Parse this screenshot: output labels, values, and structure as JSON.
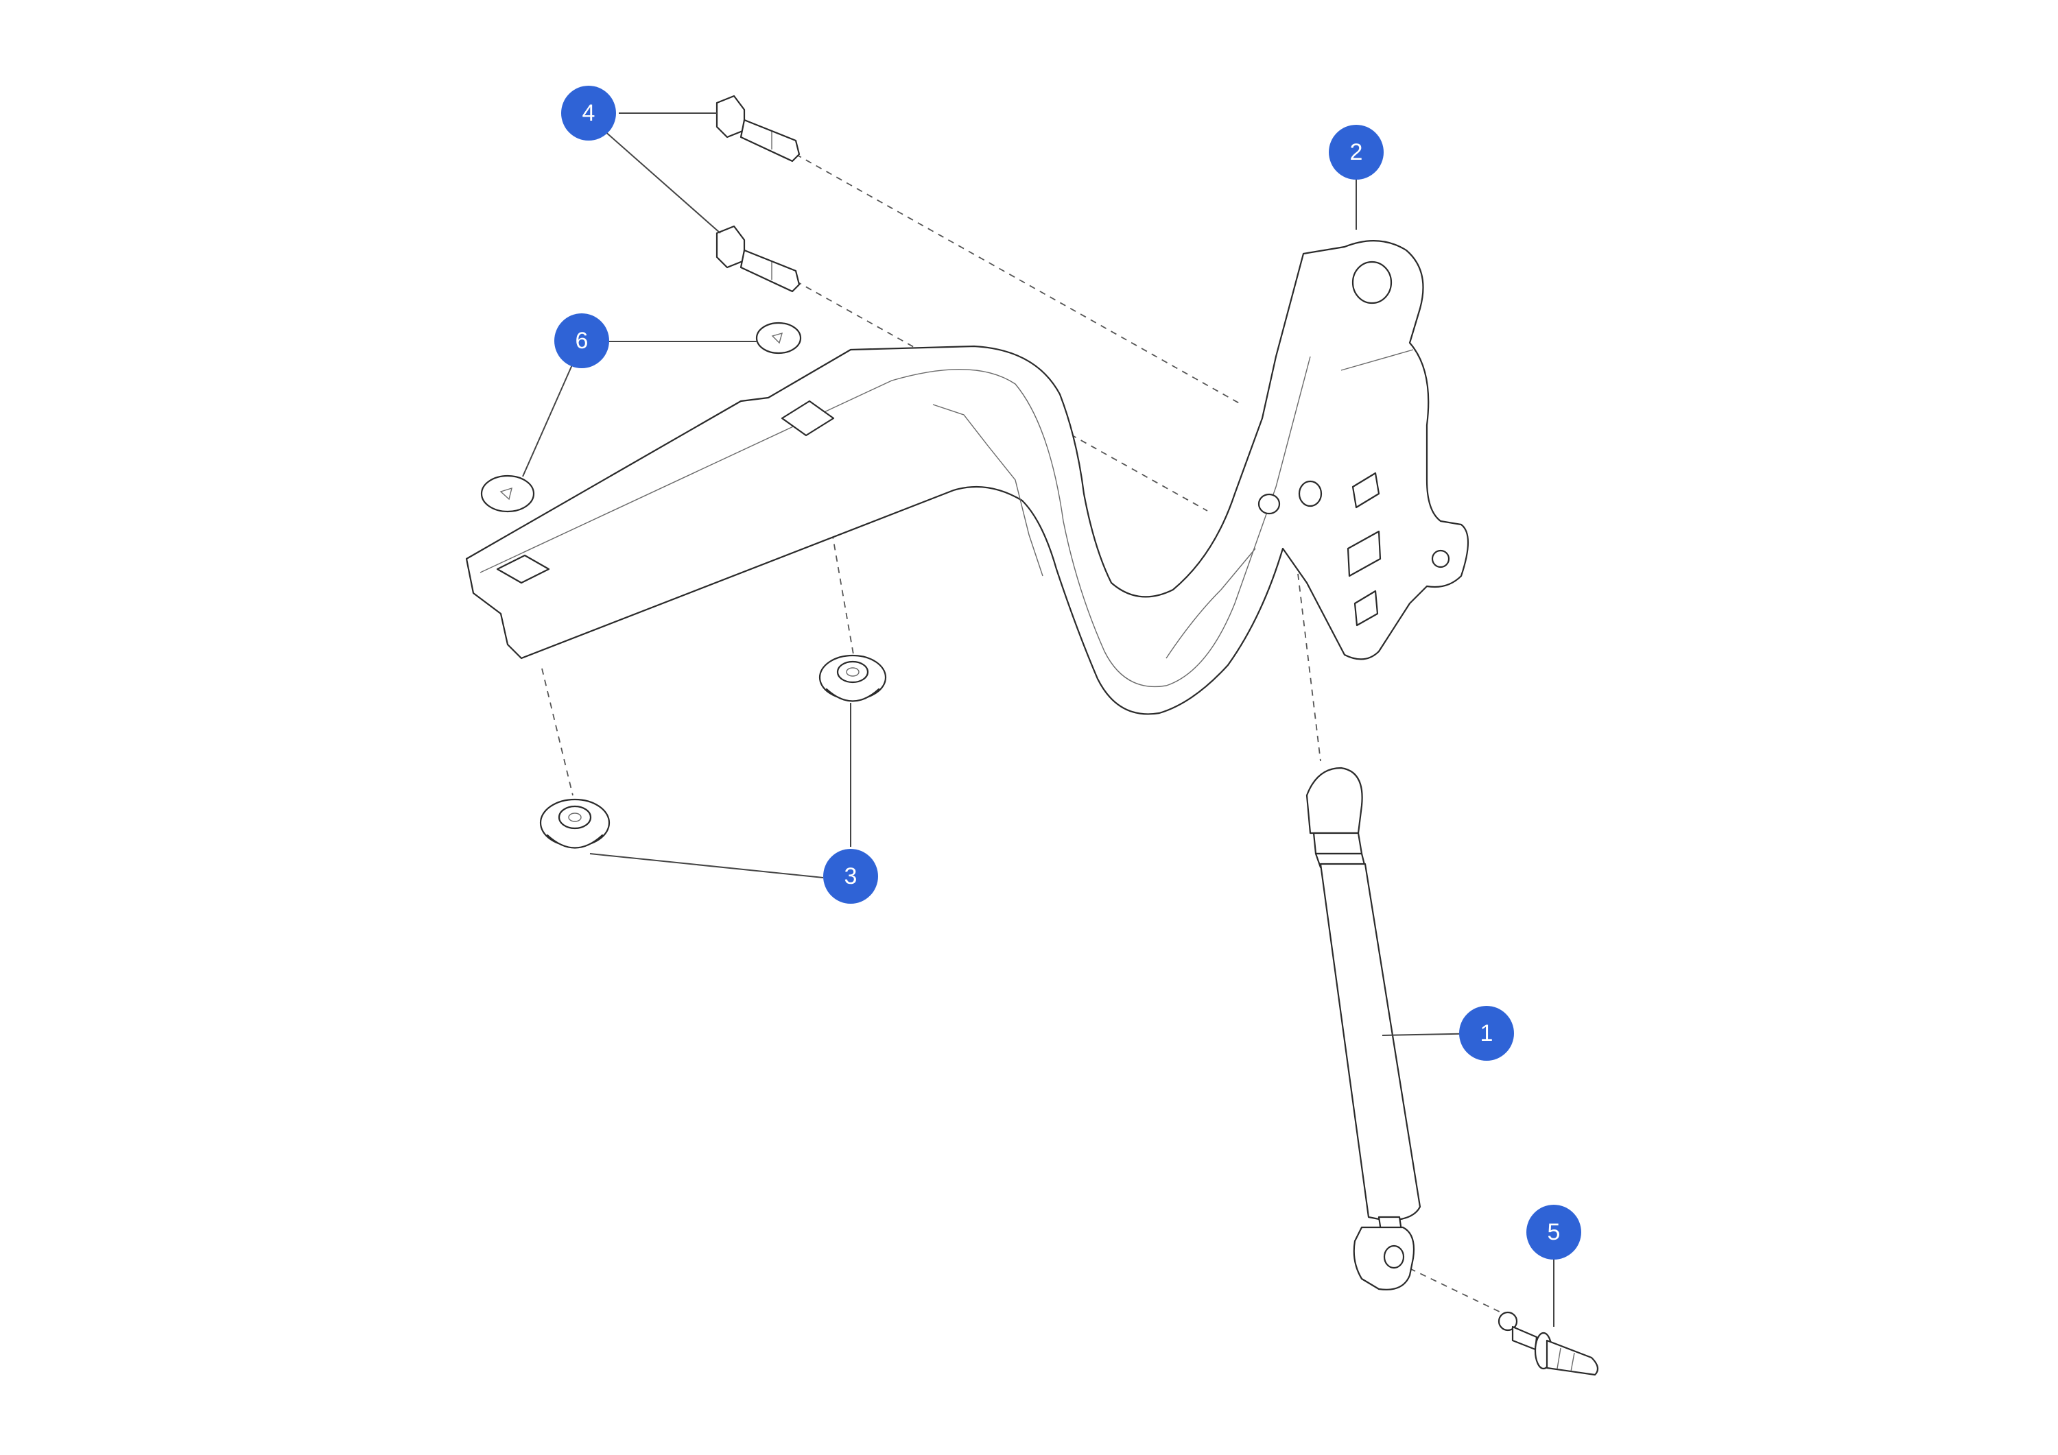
{
  "diagram": {
    "accent_color": "#2f63d6",
    "callouts": [
      {
        "id": "1",
        "label": "1"
      },
      {
        "id": "2",
        "label": "2"
      },
      {
        "id": "3",
        "label": "3"
      },
      {
        "id": "4",
        "label": "4"
      },
      {
        "id": "5",
        "label": "5"
      },
      {
        "id": "6",
        "label": "6"
      }
    ]
  }
}
